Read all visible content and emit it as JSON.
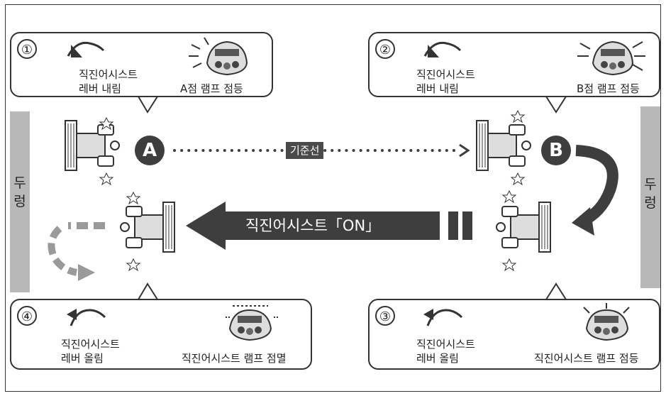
{
  "steps": [
    {
      "num": "①",
      "lever_line1": "직진어시스트",
      "lever_line2": "레버 내림",
      "lamp_label": "A점 램프 점등"
    },
    {
      "num": "②",
      "lever_line1": "직진어시스트",
      "lever_line2": "레버 내림",
      "lamp_label": "B점 램프 점등"
    },
    {
      "num": "③",
      "lever_line1": "직진어시스트",
      "lever_line2": "레버 올림",
      "lamp_label": "직진어시스트 램프 점등"
    },
    {
      "num": "④",
      "lever_line1": "직진어시스트",
      "lever_line2": "레버 올림",
      "lamp_label": "직진어시스트 램프 점멸"
    }
  ],
  "points": {
    "a": "A",
    "b": "B"
  },
  "baseline_label": "기준선",
  "assist_on_label": "직진어시스트「ON」",
  "wall_left": [
    "두",
    "렁"
  ],
  "wall_right": [
    "두",
    "렁"
  ],
  "colors": {
    "arrow": "#3e3e3e",
    "wall": "#b8b8b8",
    "dashed_arrow": "#9a9a9a"
  }
}
